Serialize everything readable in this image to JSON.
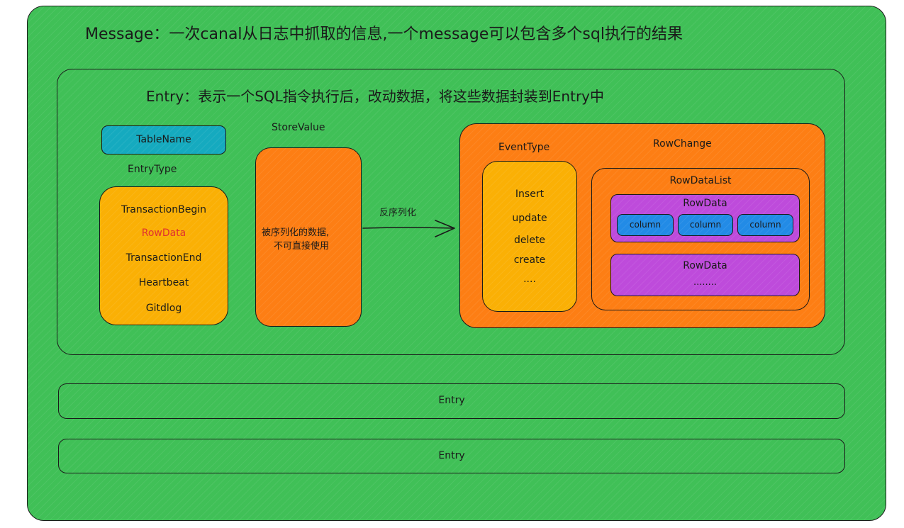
{
  "message": {
    "title": "Message：一次canal从日志中抓取的信息,一个message可以包含多个sql执行的结果"
  },
  "entry": {
    "title": "Entry：表示一个SQL指令执行后，改动数据，将这些数据封装到Entry中",
    "table_name": "TableName",
    "entry_type": {
      "label": "EntryType",
      "items": [
        "TransactionBegin",
        "RowData",
        "TransactionEnd",
        "Heartbeat",
        "Gitdlog"
      ],
      "highlight_color": "#e03131"
    },
    "store_value": {
      "label": "StoreValue",
      "line1": "被序列化的数据,",
      "line2": "不可直接使用"
    },
    "arrow_label": "反序列化",
    "row_change": {
      "label": "RowChange",
      "event_type": {
        "label": "EventType",
        "items": [
          "Insert",
          "update",
          "delete",
          "create",
          "...."
        ]
      },
      "row_data_list": {
        "label": "RowDataList",
        "row_data_1": {
          "label": "RowData",
          "columns": [
            "column",
            "column",
            "column"
          ]
        },
        "row_data_2": {
          "label": "RowData",
          "more": "........"
        }
      }
    }
  },
  "entry_rows": [
    "Entry",
    "Entry"
  ],
  "colors": {
    "green": "#40c057",
    "orange": "#fd7e14",
    "yellow": "#fab005",
    "teal": "#15aabf",
    "purple": "#be4bdb",
    "blue": "#228be6",
    "stroke": "#1a1a1a"
  }
}
